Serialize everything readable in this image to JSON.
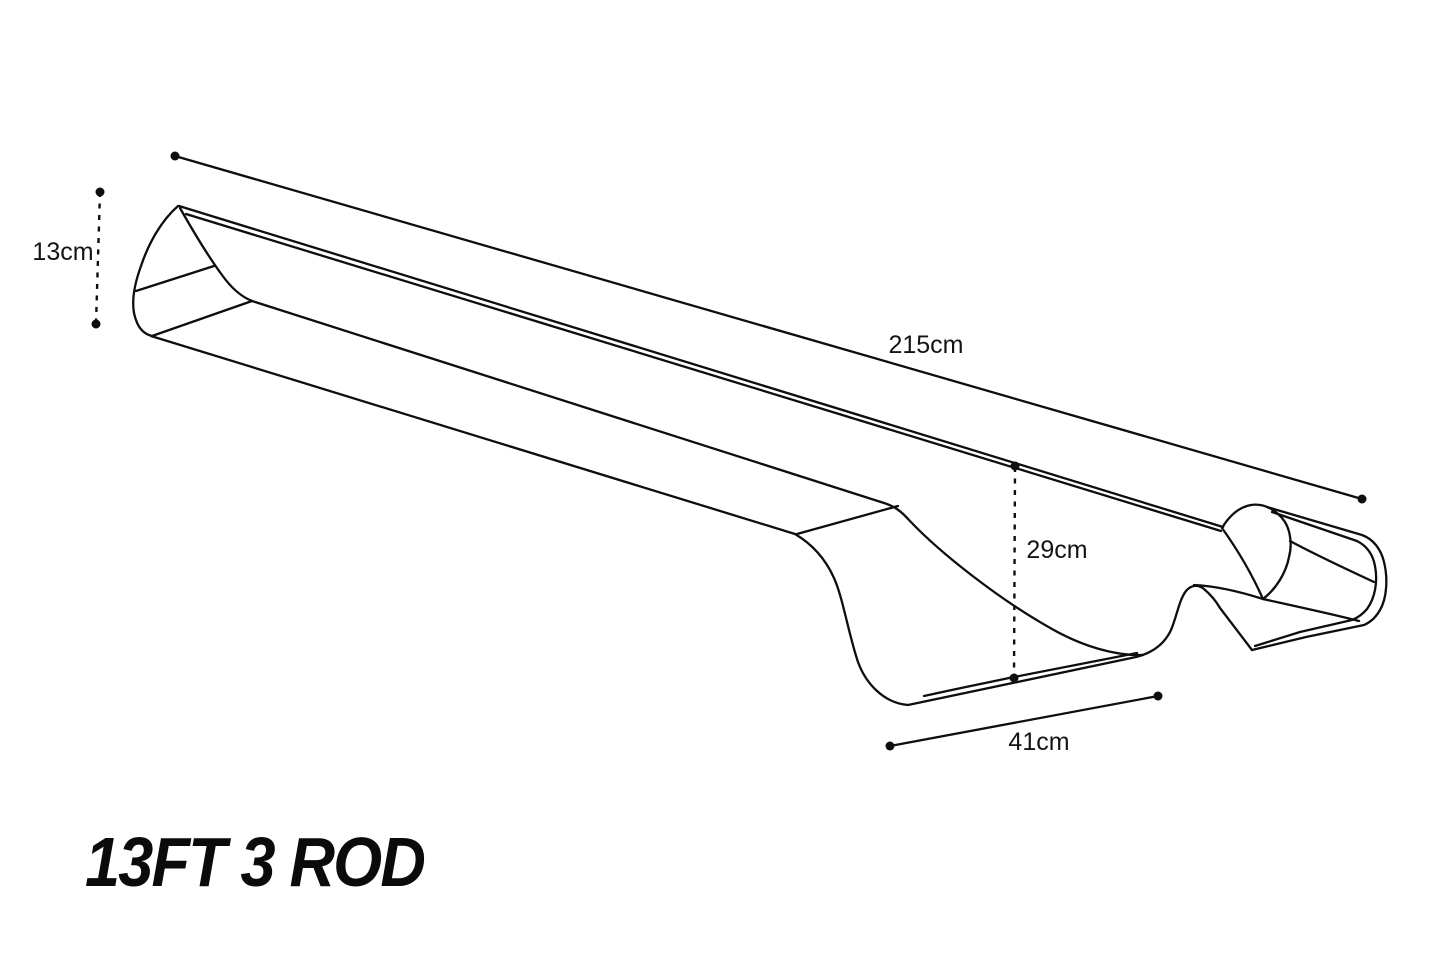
{
  "page": {
    "background_color": "#ffffff",
    "line_color": "#0e0e0e"
  },
  "title": {
    "text": "13FT 3 ROD"
  },
  "dimensions": {
    "end_height": {
      "label": "13cm"
    },
    "overall_length": {
      "label": "215cm"
    },
    "base_height": {
      "label": "29cm"
    },
    "base_length": {
      "label": "41cm"
    }
  }
}
